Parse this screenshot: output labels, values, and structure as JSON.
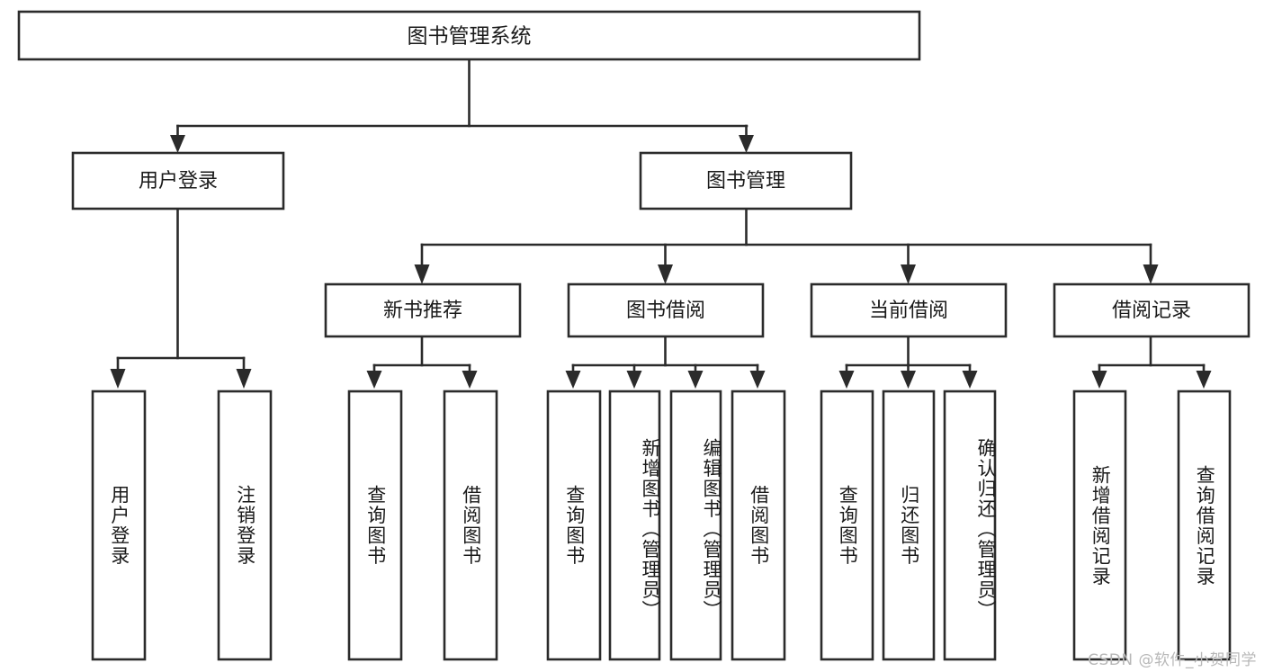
{
  "diagram": {
    "title": "图书管理系统",
    "type": "tree-hierarchy-diagram",
    "watermark": "CSDN @软件_小贺同学",
    "colors": {
      "stroke": "#2b2b2b",
      "fill": "#ffffff",
      "text": "#1a1a1a",
      "watermark": "#b8b8b8",
      "background": "#ffffff"
    },
    "root": {
      "label": "图书管理系统"
    },
    "level2": [
      {
        "label": "用户登录"
      },
      {
        "label": "图书管理"
      }
    ],
    "level3": [
      {
        "label": "新书推荐"
      },
      {
        "label": "图书借阅"
      },
      {
        "label": "当前借阅"
      },
      {
        "label": "借阅记录"
      }
    ],
    "leaves": {
      "user_login": [
        {
          "label": "用户登录"
        },
        {
          "label": "注销登录"
        }
      ],
      "new_book_recommend": [
        {
          "label": "查询图书"
        },
        {
          "label": "借阅图书"
        }
      ],
      "book_borrow": [
        {
          "label": "查询图书"
        },
        {
          "label": "新增图书（管理员）"
        },
        {
          "label": "编辑图书（管理员）"
        },
        {
          "label": "借阅图书"
        }
      ],
      "current_borrow": [
        {
          "label": "查询图书"
        },
        {
          "label": "归还图书"
        },
        {
          "label": "确认归还（管理员）"
        }
      ],
      "borrow_record": [
        {
          "label": "新增借阅记录"
        },
        {
          "label": "查询借阅记录"
        }
      ]
    }
  }
}
